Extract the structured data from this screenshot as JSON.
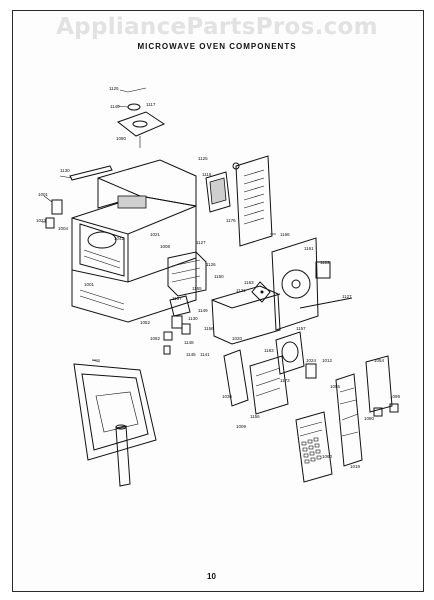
{
  "watermark": "AppliancePartsPros.com",
  "title": "MICROWAVE OVEN COMPONENTS",
  "page_number": "10",
  "callouts": [
    "1125",
    "1140",
    "1117",
    "1080",
    "1130",
    "1001",
    "1023",
    "1004",
    "1042",
    "1021",
    "1008",
    "1127",
    "1126",
    "1001",
    "1052",
    "1150",
    "1155",
    "1157",
    "1149",
    "1130",
    "1156",
    "1148",
    "1082",
    "1145",
    "1141",
    "1125",
    "1116",
    "1176",
    "1156",
    "1161",
    "1122",
    "1163",
    "1131",
    "1127",
    "1157",
    "1020",
    "1024",
    "1012",
    "1054",
    "1183",
    "1036",
    "1173",
    "1156",
    "1009",
    "1060",
    "1055",
    "1080",
    "1099",
    "1019"
  ]
}
